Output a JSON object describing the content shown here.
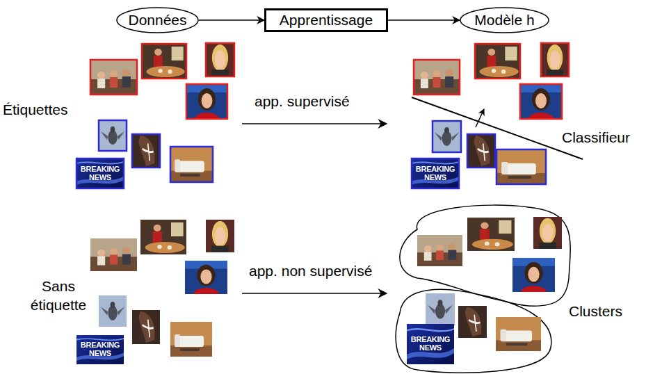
{
  "diagram": {
    "nodes": [
      {
        "text": [
          "Données"
        ]
      },
      {
        "text": [
          "Apprentissage"
        ]
      },
      {
        "text": [
          "Modèle h"
        ]
      }
    ],
    "edges": [
      {
        "from": 0,
        "to": 1,
        "arrow": "to"
      },
      {
        "from": 1,
        "to": 2,
        "arrow": "to"
      }
    ],
    "labels": [
      "Étiquettes",
      "app. supervisé",
      "Classifieur",
      "Sans étiquette",
      "app. non supervisé",
      "Clusters",
      "BREAKING NEWS",
      "BREAKING NEWS",
      "BREAKING NEWS",
      "BREAKING NEWS"
    ]
  }
}
